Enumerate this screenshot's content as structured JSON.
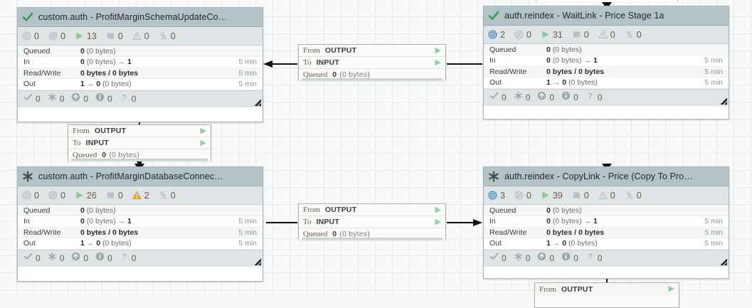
{
  "canvas": {
    "grid_size": 24,
    "background": "#f8f9fa",
    "grid_color": "#e6eaec"
  },
  "colors": {
    "header_bg": "#b4c3c8",
    "stats_bg": "#dfe5e7",
    "run_green": "#7fc99a",
    "warn_orange": "#f0a830",
    "transmit_blue": "#3c8dbc",
    "check_green": "#2e9e52",
    "value_text": "#775544",
    "link_line": "#000000"
  },
  "processors": [
    {
      "id": "proc-top-left",
      "title": "custom.auth - ProfitMarginSchemaUpdateCo…",
      "type_icon": "check-icon",
      "type_icon_color": "#2e9e52",
      "stats": [
        {
          "icon": "transmitting-icon",
          "value": "0",
          "active": false
        },
        {
          "icon": "not-transmitting-icon",
          "value": "0",
          "active": false
        },
        {
          "icon": "running-icon",
          "value": "13",
          "active": true
        },
        {
          "icon": "stopped-icon",
          "value": "0",
          "active": false
        },
        {
          "icon": "warning-icon",
          "value": "0",
          "active": false
        },
        {
          "icon": "disabled-icon",
          "value": "0",
          "active": false
        }
      ],
      "table": [
        {
          "label": "Queued",
          "value": "0",
          "suffix": " (0 bytes)",
          "time": ""
        },
        {
          "label": "In",
          "value": "0",
          "suffix": " (0 bytes) → ",
          "value2": "1",
          "time": "5 min"
        },
        {
          "label": "Read/Write",
          "value": "0 bytes / 0 bytes",
          "suffix": "",
          "time": "5 min"
        },
        {
          "label": "Out",
          "value": "1",
          "suffix": " → ",
          "value2": "0",
          "suffix2": " (0 bytes)",
          "time": "5 min"
        }
      ],
      "footer": [
        {
          "icon": "check-icon",
          "value": "0"
        },
        {
          "icon": "asterisk-icon",
          "value": "0"
        },
        {
          "icon": "up-arrow-circle-icon",
          "value": "0"
        },
        {
          "icon": "info-circle-icon",
          "value": "0"
        },
        {
          "icon": "question-icon",
          "value": "0"
        }
      ]
    },
    {
      "id": "proc-top-right",
      "title": "auth.reindex - WaitLink - Price Stage 1a",
      "type_icon": "check-icon",
      "type_icon_color": "#2e9e52",
      "stats": [
        {
          "icon": "transmitting-icon",
          "value": "2",
          "active": true
        },
        {
          "icon": "not-transmitting-icon",
          "value": "0",
          "active": false
        },
        {
          "icon": "running-icon",
          "value": "31",
          "active": true
        },
        {
          "icon": "stopped-icon",
          "value": "0",
          "active": false
        },
        {
          "icon": "warning-icon",
          "value": "0",
          "active": false
        },
        {
          "icon": "disabled-icon",
          "value": "0",
          "active": false
        }
      ],
      "table": [
        {
          "label": "Queued",
          "value": "0",
          "suffix": " (0 bytes)",
          "time": ""
        },
        {
          "label": "In",
          "value": "0",
          "suffix": " (0 bytes) → ",
          "value2": "1",
          "time": "5 min"
        },
        {
          "label": "Read/Write",
          "value": "0 bytes / 0 bytes",
          "suffix": "",
          "time": "5 min"
        },
        {
          "label": "Out",
          "value": "1",
          "suffix": " → ",
          "value2": "0",
          "suffix2": " (0 bytes)",
          "time": "5 min"
        }
      ],
      "footer": [
        {
          "icon": "check-icon",
          "value": "0"
        },
        {
          "icon": "asterisk-icon",
          "value": "0"
        },
        {
          "icon": "up-arrow-circle-icon",
          "value": "0"
        },
        {
          "icon": "info-circle-icon",
          "value": "0"
        },
        {
          "icon": "question-icon",
          "value": "0"
        }
      ]
    },
    {
      "id": "proc-bottom-left",
      "title": "custom.auth - ProfitMarginDatabaseConnec…",
      "type_icon": "asterisk-icon",
      "type_icon_color": "#4a4a4a",
      "stats": [
        {
          "icon": "transmitting-icon",
          "value": "0",
          "active": false
        },
        {
          "icon": "not-transmitting-icon",
          "value": "0",
          "active": false
        },
        {
          "icon": "running-icon",
          "value": "26",
          "active": true
        },
        {
          "icon": "stopped-icon",
          "value": "0",
          "active": false
        },
        {
          "icon": "warning-icon",
          "value": "2",
          "active": true
        },
        {
          "icon": "disabled-icon",
          "value": "0",
          "active": false
        }
      ],
      "table": [
        {
          "label": "Queued",
          "value": "0",
          "suffix": " (0 bytes)",
          "time": ""
        },
        {
          "label": "In",
          "value": "0",
          "suffix": " (0 bytes) → ",
          "value2": "1",
          "time": "5 min"
        },
        {
          "label": "Read/Write",
          "value": "0 bytes / 0 bytes",
          "suffix": "",
          "time": "5 min"
        },
        {
          "label": "Out",
          "value": "1",
          "suffix": " → ",
          "value2": "0",
          "suffix2": " (0 bytes)",
          "time": "5 min"
        }
      ],
      "footer": [
        {
          "icon": "check-icon",
          "value": "0"
        },
        {
          "icon": "asterisk-icon",
          "value": "0"
        },
        {
          "icon": "up-arrow-circle-icon",
          "value": "0"
        },
        {
          "icon": "info-circle-icon",
          "value": "0"
        },
        {
          "icon": "question-icon",
          "value": "0"
        }
      ]
    },
    {
      "id": "proc-bottom-right",
      "title": "auth.reindex - CopyLink - Price (Copy To Pro…",
      "type_icon": "asterisk-icon",
      "type_icon_color": "#4a4a4a",
      "stats": [
        {
          "icon": "transmitting-icon",
          "value": "3",
          "active": true
        },
        {
          "icon": "not-transmitting-icon",
          "value": "0",
          "active": false
        },
        {
          "icon": "running-icon",
          "value": "39",
          "active": true
        },
        {
          "icon": "stopped-icon",
          "value": "0",
          "active": false
        },
        {
          "icon": "warning-icon",
          "value": "0",
          "active": false
        },
        {
          "icon": "disabled-icon",
          "value": "0",
          "active": false
        }
      ],
      "table": [
        {
          "label": "Queued",
          "value": "0",
          "suffix": " (0 bytes)",
          "time": ""
        },
        {
          "label": "In",
          "value": "0",
          "suffix": " (0 bytes) → ",
          "value2": "1",
          "time": "5 min"
        },
        {
          "label": "Read/Write",
          "value": "0 bytes / 0 bytes",
          "suffix": "",
          "time": "5 min"
        },
        {
          "label": "Out",
          "value": "1",
          "suffix": " → ",
          "value2": "0",
          "suffix2": " (0 bytes)",
          "time": "5 min"
        }
      ],
      "footer": [
        {
          "icon": "check-icon",
          "value": "0"
        },
        {
          "icon": "asterisk-icon",
          "value": "0"
        },
        {
          "icon": "up-arrow-circle-icon",
          "value": "0"
        },
        {
          "icon": "info-circle-icon",
          "value": "0"
        },
        {
          "icon": "question-icon",
          "value": "0"
        }
      ]
    }
  ],
  "connections": [
    {
      "id": "conn-top",
      "from_label": "From",
      "from_value": "OUTPUT",
      "to_label": "To",
      "to_value": "INPUT",
      "queued_label": "Queued",
      "queued_value": "0",
      "queued_size": "(0 bytes)"
    },
    {
      "id": "conn-mid-left",
      "from_label": "From",
      "from_value": "OUTPUT",
      "to_label": "To",
      "to_value": "INPUT",
      "queued_label": "Queued",
      "queued_value": "0",
      "queued_size": "(0 bytes)"
    },
    {
      "id": "conn-bottom",
      "from_label": "From",
      "from_value": "OUTPUT",
      "to_label": "To",
      "to_value": "INPUT",
      "queued_label": "Queued",
      "queued_value": "0",
      "queued_size": "(0 bytes)"
    },
    {
      "id": "conn-bottom-right-partial",
      "from_label": "From",
      "from_value": "OUTPUT"
    }
  ]
}
